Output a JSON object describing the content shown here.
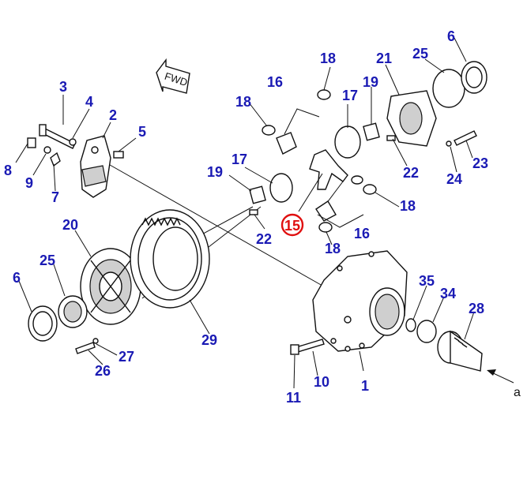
{
  "direction_badge": "FWD",
  "view_arrow_label": "a",
  "highlight_color": "#e01010",
  "callout_color": "#1a1ab4",
  "callouts": [
    "1",
    "2",
    "3",
    "4",
    "5",
    "6",
    "6",
    "7",
    "8",
    "9",
    "10",
    "11",
    "15",
    "16",
    "16",
    "17",
    "17",
    "18",
    "18",
    "18",
    "18",
    "19",
    "19",
    "20",
    "21",
    "22",
    "22",
    "23",
    "24",
    "25",
    "25",
    "26",
    "27",
    "28",
    "29",
    "34",
    "35"
  ],
  "highlighted_callout": "15"
}
